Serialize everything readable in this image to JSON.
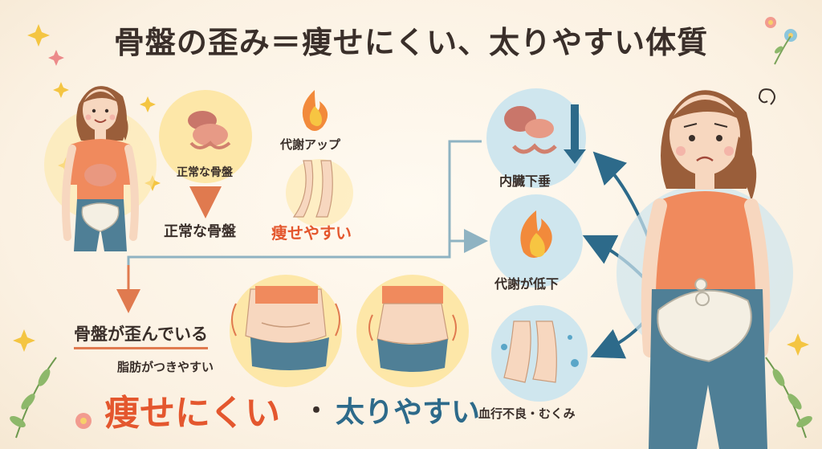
{
  "title": "骨盤の歪み＝痩せにくい、太りやすい体質",
  "left_panel": {
    "normal_pelvis_bubble": "正常な骨盤",
    "normal_pelvis_caption": "正常な骨盤",
    "metabolism_up": "代謝アップ",
    "easy_to_lose": "痩せやすい"
  },
  "bottom_panel": {
    "pelvis_distorted": "骨盤が歪んでいる",
    "fat_accumulates": "脂肪がつきやすい",
    "hard_to_lose": "痩せにくい",
    "separator": "・",
    "easy_to_gain": "太りやすい"
  },
  "effects": [
    {
      "label": "内臓下垂",
      "icon": "organs-icon"
    },
    {
      "label": "代謝が低下",
      "icon": "flame-icon"
    },
    {
      "label": "血行不良・むくみ",
      "icon": "swollen-legs-icon"
    }
  ],
  "colors": {
    "accent_orange": "#e4572e",
    "teal": "#2d6a8a",
    "bubble_yellow": "#fde7a8",
    "bubble_blue": "#cfe6ee",
    "skin": "#f7d7bf",
    "shirt": "#f08a5d",
    "jeans": "#4f7f96"
  }
}
